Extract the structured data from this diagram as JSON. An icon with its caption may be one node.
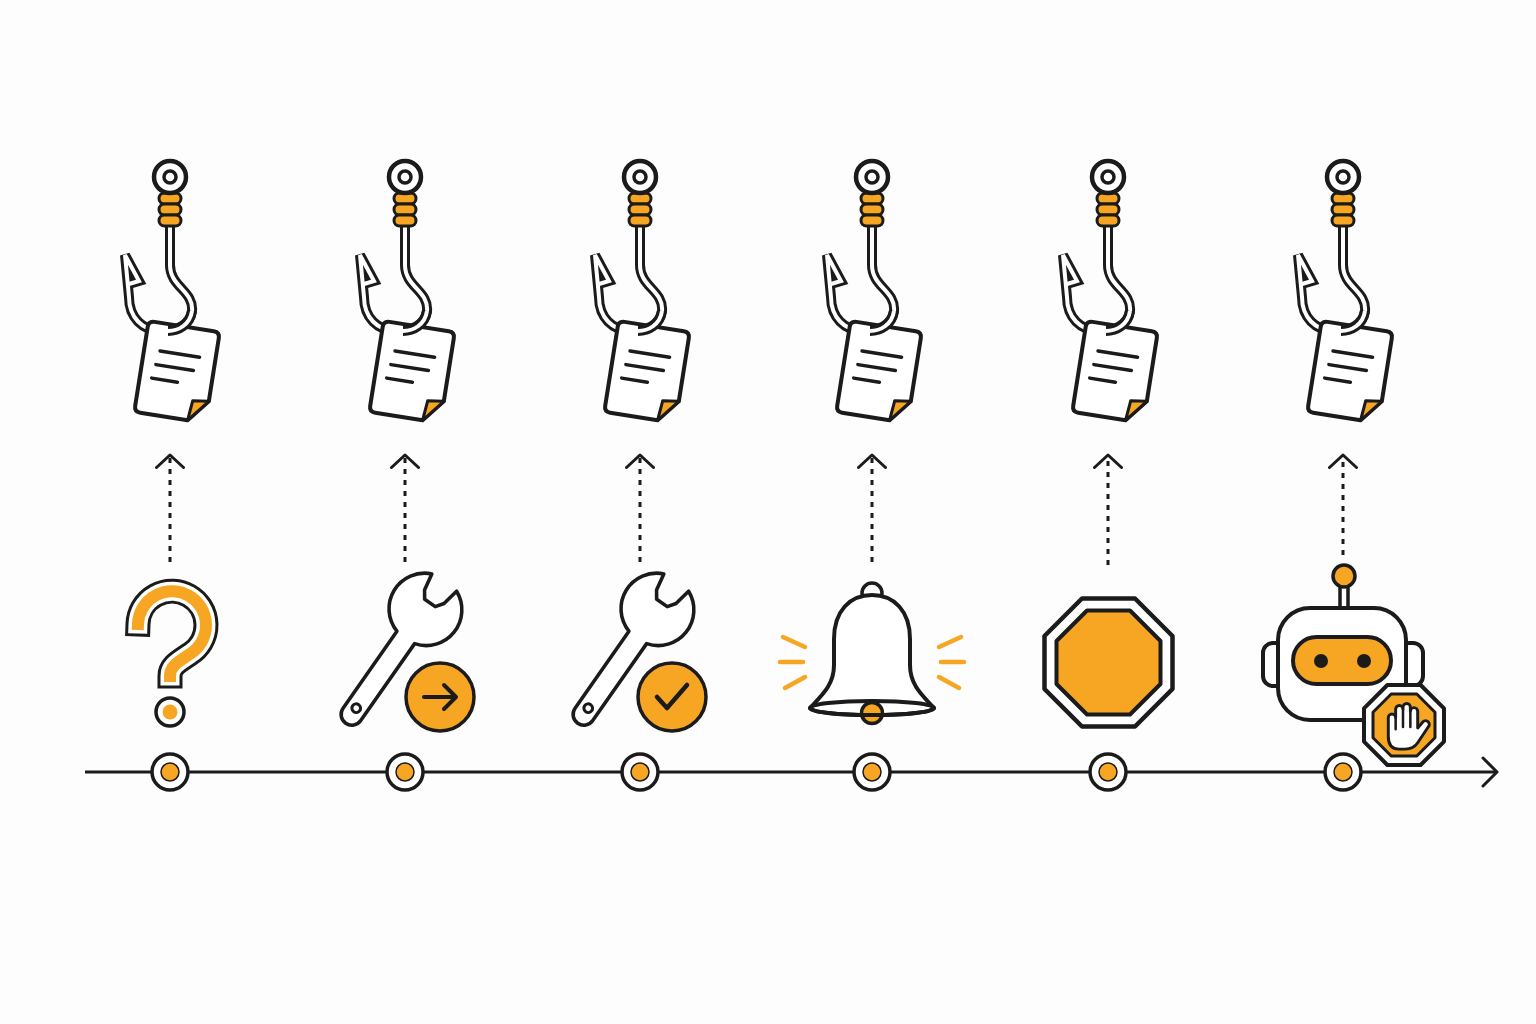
{
  "diagram": {
    "nodes": [
      {
        "text": [],
        "shape": "picture"
      },
      {
        "text": [],
        "shape": "picture"
      },
      {
        "text": [],
        "shape": "picture"
      },
      {
        "text": [],
        "shape": "picture"
      },
      {
        "text": [],
        "shape": "picture"
      },
      {
        "text": [],
        "shape": "picture"
      },
      {
        "text": [],
        "shape": "picture"
      },
      {
        "text": [],
        "shape": "picture"
      },
      {
        "text": [],
        "shape": "picture"
      },
      {
        "text": [],
        "shape": "picture"
      },
      {
        "text": [],
        "shape": "picture"
      },
      {
        "text": [],
        "shape": "picture"
      }
    ],
    "edges": [
      {
        "from": 6,
        "to": 0,
        "arrow": "to",
        "style": "dashed"
      },
      {
        "from": 7,
        "to": 1,
        "arrow": "to",
        "style": "dashed"
      },
      {
        "from": 8,
        "to": 2,
        "arrow": "to",
        "style": "dashed"
      },
      {
        "from": 9,
        "to": 3,
        "arrow": "to",
        "style": "dashed"
      },
      {
        "from": 10,
        "to": 4,
        "arrow": "to",
        "style": "dashed"
      },
      {
        "from": 11,
        "to": 5,
        "arrow": "to",
        "style": "dashed"
      }
    ]
  }
}
